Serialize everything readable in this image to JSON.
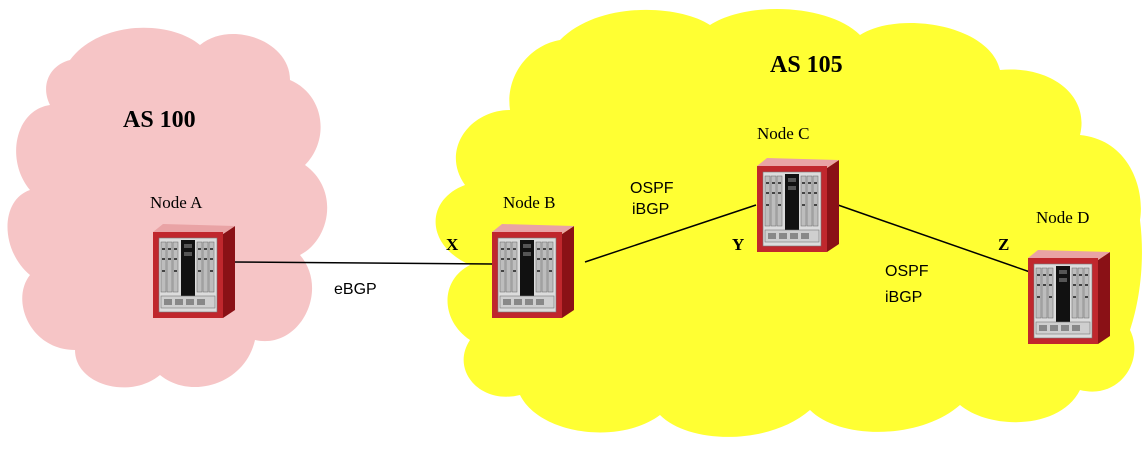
{
  "colors": {
    "as100_fill": "#f6c5c6",
    "as105_fill": "#ffff33",
    "router_red": "#c0272d",
    "router_dark_red": "#8a1116",
    "router_body": "#d9d9d9",
    "link": "#000000"
  },
  "as_left": {
    "title": "AS 100"
  },
  "as_right": {
    "title": "AS 105"
  },
  "nodes": {
    "a": {
      "label": "Node A",
      "icon": "router-icon"
    },
    "b": {
      "label": "Node B",
      "icon": "router-icon"
    },
    "c": {
      "label": "Node C",
      "icon": "router-icon"
    },
    "d": {
      "label": "Node D",
      "icon": "router-icon"
    }
  },
  "links": {
    "ab": {
      "label": "eBGP"
    },
    "bc": {
      "label1": "OSPF",
      "label2": "iBGP"
    },
    "cd": {
      "label1": "OSPF",
      "label2": "iBGP"
    }
  },
  "interfaces": {
    "x": "X",
    "y": "Y",
    "z": "Z"
  }
}
